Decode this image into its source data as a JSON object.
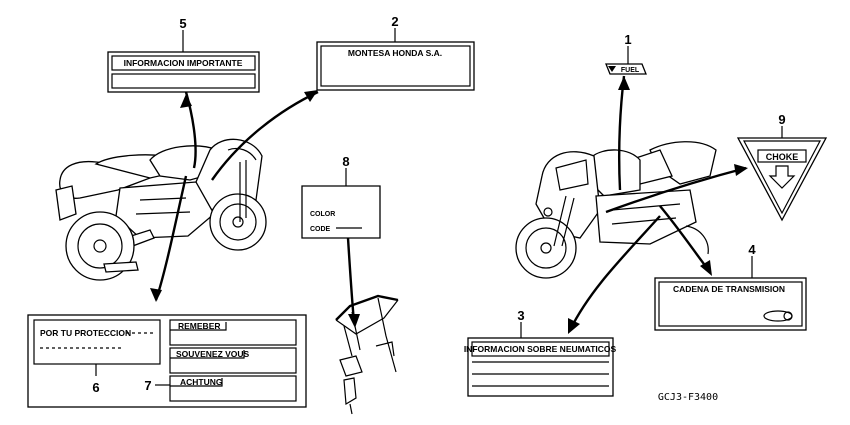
{
  "callouts": [
    "1",
    "2",
    "3",
    "4",
    "5",
    "6",
    "7",
    "8",
    "9"
  ],
  "labels": {
    "importante": "INFORMACION IMPORTANTE",
    "montesa": "MONTESA HONDA S.A.",
    "fuel": "FUEL",
    "choke": "CHOKE",
    "color": "COLOR",
    "code": "CODE",
    "proteccion": "POR TU PROTECCION",
    "remeber": "REMEBER",
    "souvenez": "SOUVENEZ VOUS",
    "achtung": "ACHTUNG",
    "cadena": "CADENA DE TRANSMISION",
    "neumaticos": "INFORMACION SOBRE NEUMATICOS"
  },
  "figure_code": "GCJ3-F3400"
}
